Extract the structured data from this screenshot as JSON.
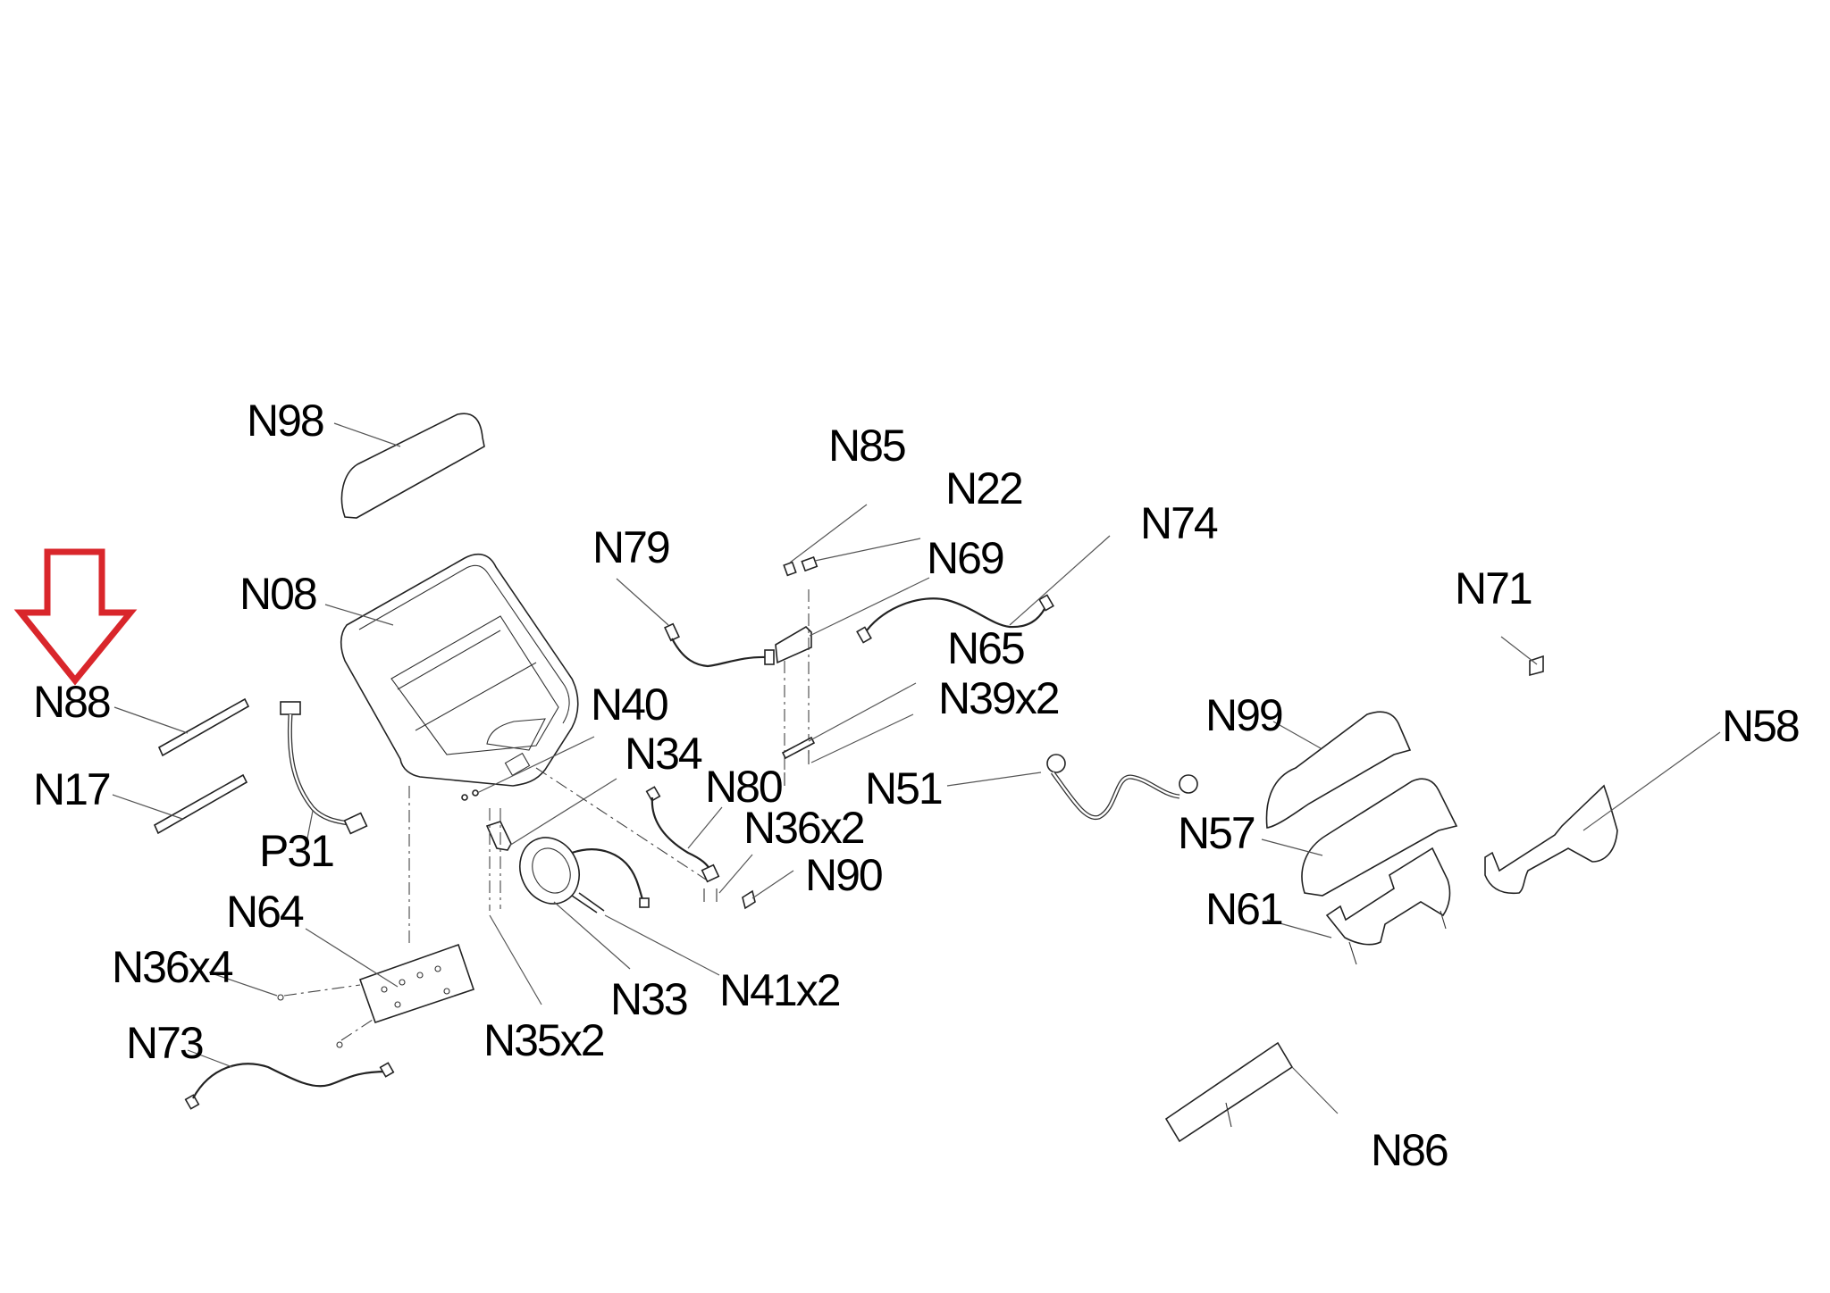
{
  "diagram": {
    "type": "exploded-parts-diagram",
    "highlight": {
      "indicator": "down-arrow-icon",
      "target_label": "N88",
      "color": "#d9262b"
    },
    "labels": {
      "N98": "N98",
      "N85": "N85",
      "N22": "N22",
      "N74": "N74",
      "N79": "N79",
      "N69": "N69",
      "N08": "N08",
      "N71": "N71",
      "N65": "N65",
      "N39x2": "N39x2",
      "N88": "N88",
      "N40": "N40",
      "N99": "N99",
      "N58": "N58",
      "N34": "N34",
      "N80": "N80",
      "N51": "N51",
      "N17": "N17",
      "N36x2": "N36x2",
      "N57": "N57",
      "P31": "P31",
      "N90": "N90",
      "N64": "N64",
      "N61": "N61",
      "N36x4": "N36x4",
      "N33": "N33",
      "N41x2": "N41x2",
      "N73": "N73",
      "N35x2": "N35x2",
      "N86": "N86"
    }
  }
}
